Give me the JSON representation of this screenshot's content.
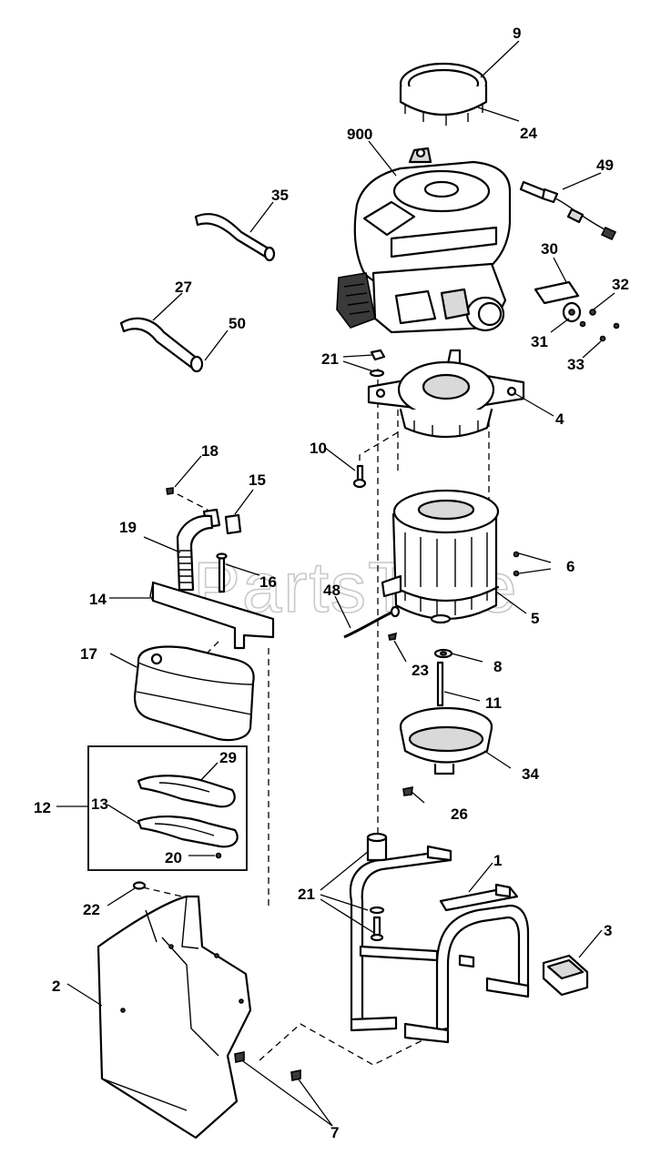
{
  "watermark": "PartsTree",
  "watermark_mark": "TM",
  "callouts": [
    "1",
    "2",
    "3",
    "4",
    "5",
    "6",
    "7",
    "8",
    "9",
    "10",
    "11",
    "12",
    "13",
    "14",
    "15",
    "16",
    "17",
    "18",
    "19",
    "20",
    "21",
    "21",
    "22",
    "23",
    "24",
    "26",
    "27",
    "29",
    "30",
    "31",
    "32",
    "33",
    "34",
    "35",
    "48",
    "49",
    "50",
    "900"
  ]
}
